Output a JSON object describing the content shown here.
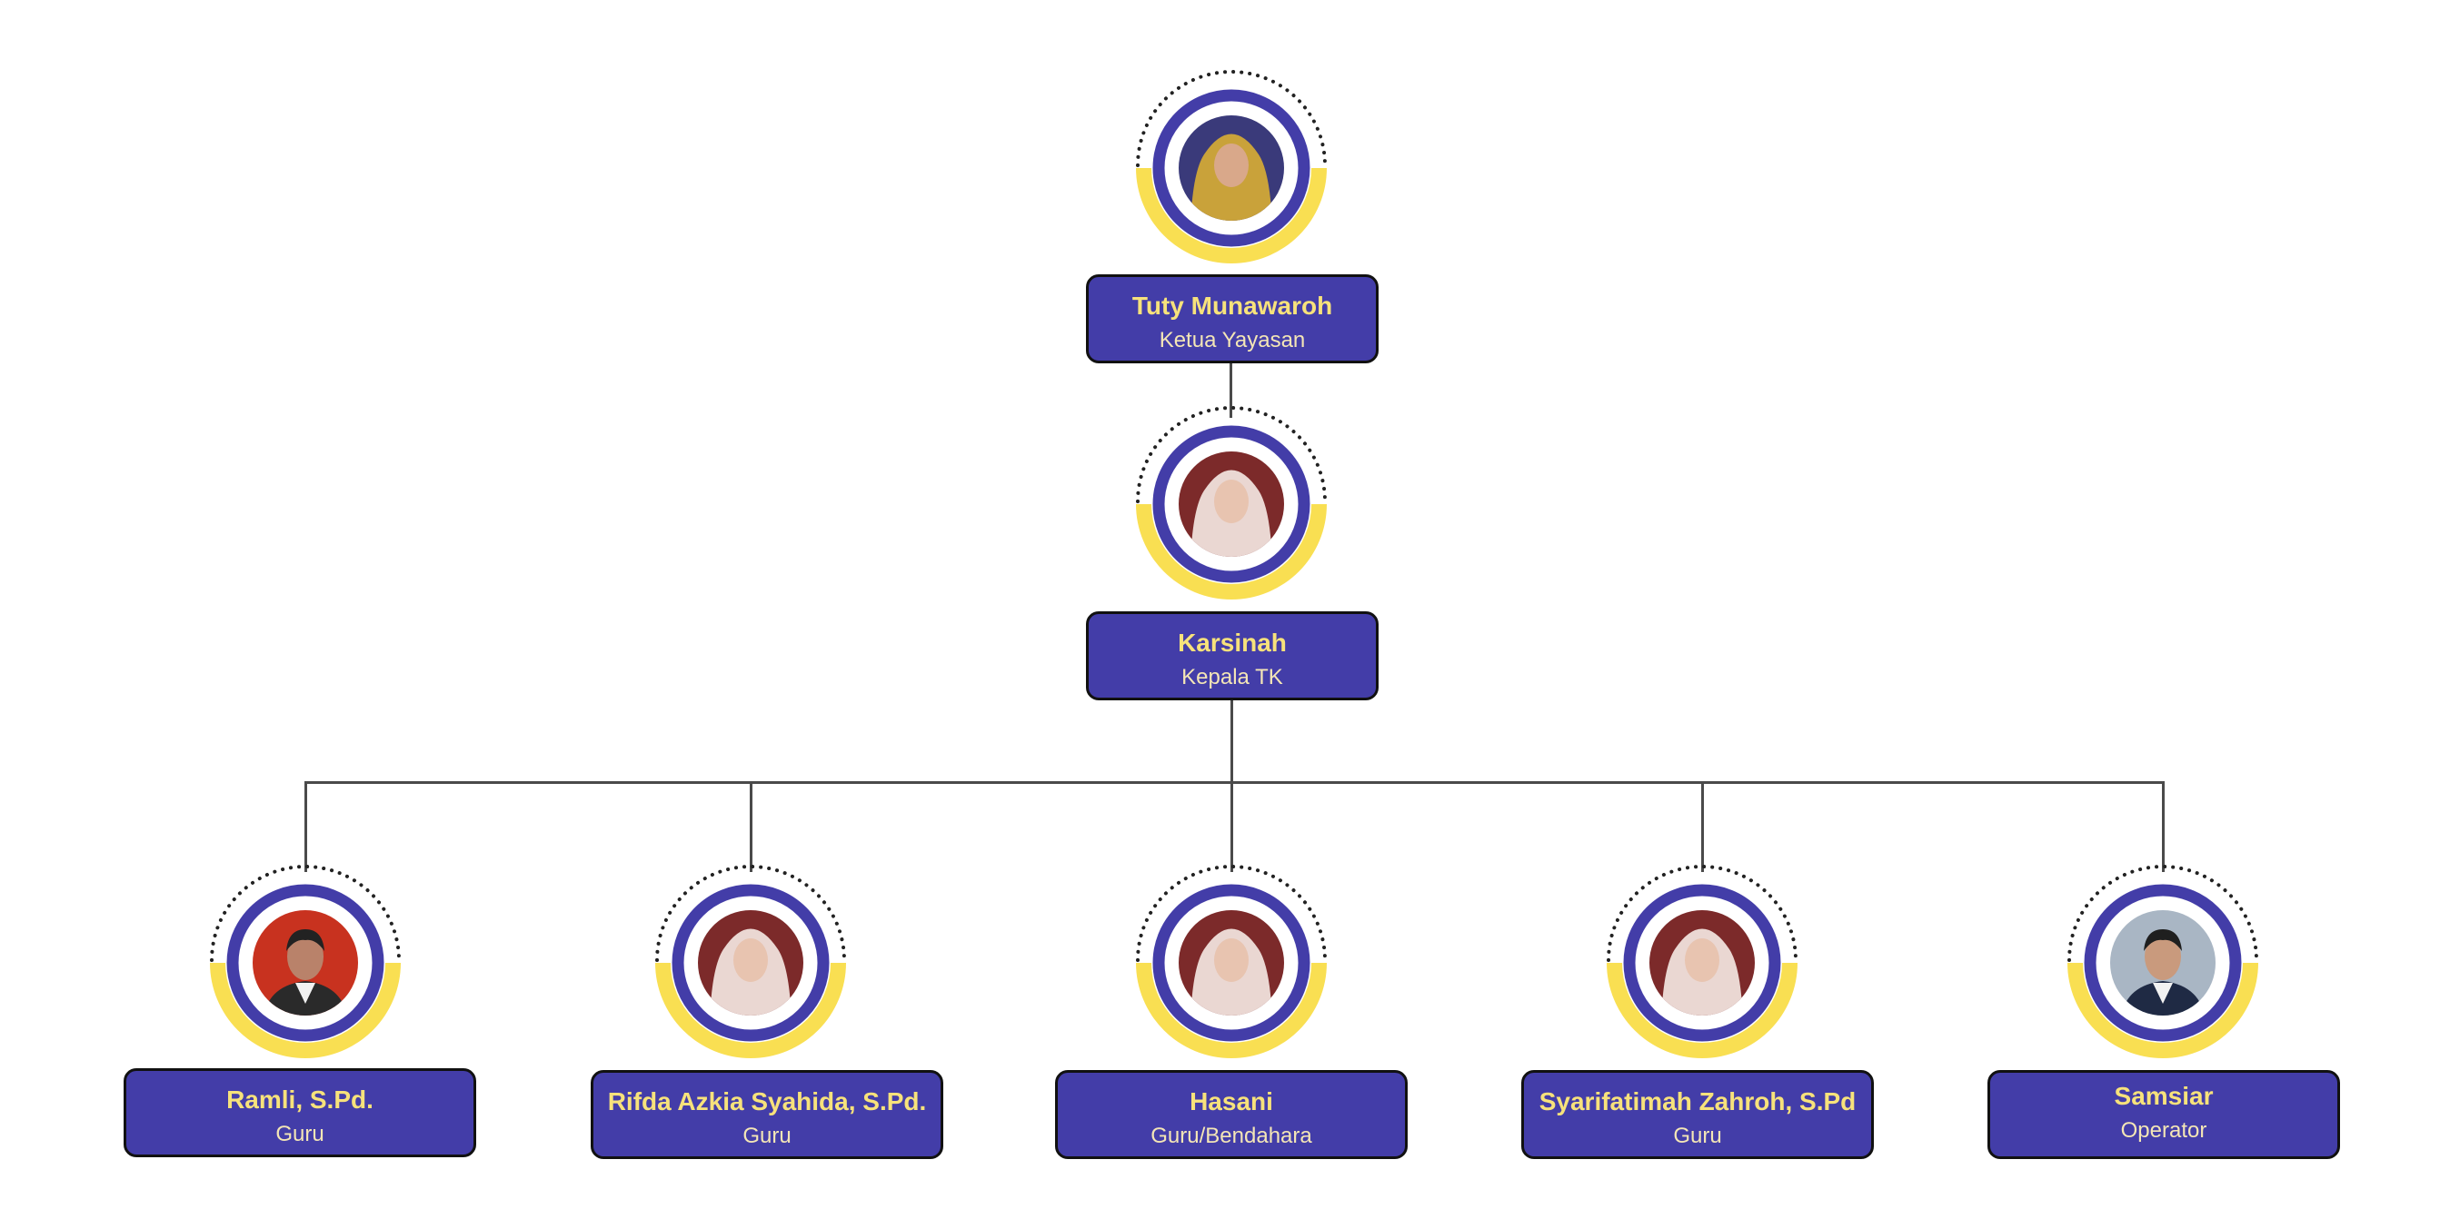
{
  "diagram": {
    "nodes": [
      {
        "name": "Tuty Munawaroh",
        "role": "Ketua Yayasan",
        "photo_icon": "woman-yellow-hijab-photo"
      },
      {
        "name": "Karsinah",
        "role": "Kepala TK",
        "photo_icon": "woman-white-hijab-photo"
      },
      {
        "name": "Ramli, S.Pd.",
        "role": "Guru",
        "photo_icon": "man-red-background-photo"
      },
      {
        "name": "Rifda Azkia Syahida, S.Pd.",
        "role": "Guru",
        "photo_icon": "woman-white-hijab-photo"
      },
      {
        "name": "Hasani",
        "role": "Guru/Bendahara",
        "photo_icon": "woman-white-hijab-photo"
      },
      {
        "name": "Syarifatimah Zahroh, S.Pd",
        "role": "Guru",
        "photo_icon": "woman-white-hijab-photo"
      },
      {
        "name": "Samsiar",
        "role": "Operator",
        "photo_icon": "man-suit-photo"
      }
    ]
  },
  "colors": {
    "card_fill": "#433da8",
    "card_name": "#f7e27b",
    "card_role": "#f4e6b6",
    "ring_purple": "#433da8",
    "ring_yellow": "#f9df52",
    "dots": "#222222",
    "connector": "#4a4a4a"
  }
}
